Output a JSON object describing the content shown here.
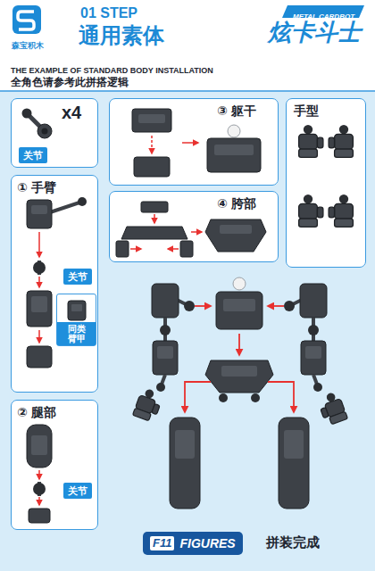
{
  "diagram": {
    "title": "通用素体",
    "nodes": [
      {
        "text": [
          "x4"
        ]
      },
      {
        "text": [
          "关节"
        ],
        "in": 0
      },
      {
        "text": [
          "① 手臂"
        ]
      },
      {
        "text": [
          "关节"
        ],
        "in": 2
      },
      {
        "text": [
          "同类臂甲"
        ],
        "in": 2
      },
      {
        "text": [
          "② 腿部"
        ]
      },
      {
        "text": [
          "关节"
        ],
        "in": 5
      },
      {
        "text": [
          "③ 躯干"
        ]
      },
      {
        "text": [
          "④ 胯部"
        ]
      },
      {
        "text": [
          "手型"
        ]
      },
      {
        "text": [
          "F11",
          "FIGURES"
        ]
      }
    ],
    "labels": [
      "森宝积木",
      "01 STEP",
      "METAL CARDBOT",
      "炫卡斗士",
      "THE EXAMPLE OF STANDARD BODY INSTALLATION",
      "全角色请参考此拼搭逻辑",
      "拼装完成"
    ]
  }
}
